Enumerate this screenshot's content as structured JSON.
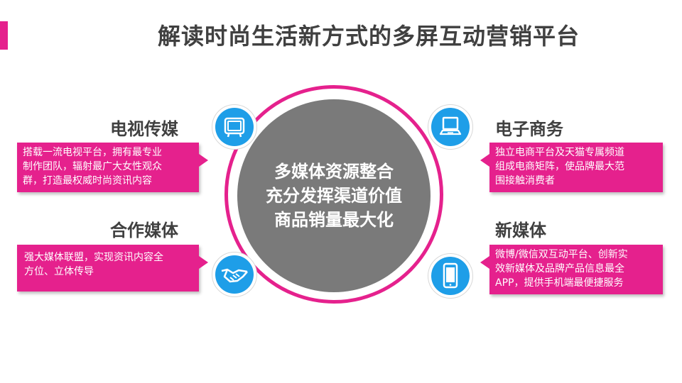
{
  "title": "解读时尚生活新方式的多屏互动营销平台",
  "center": {
    "lines": [
      "多媒体资源整合",
      "充分发挥渠道价值",
      "商品销量最大化"
    ]
  },
  "sections": {
    "tv": {
      "title": "电视传媒",
      "icon": "tv-icon",
      "lines": [
        "搭载一流电视平台，拥有最专业",
        "制作团队，辐射最广大女性观众",
        "群，打造最权威时尚资讯内容"
      ]
    },
    "partner": {
      "title": "合作媒体",
      "icon": "handshake-icon",
      "lines": [
        "强大媒体联盟，实现资讯内容全",
        "方位、立体传导"
      ]
    },
    "ecommerce": {
      "title": "电子商务",
      "icon": "computer-icon",
      "lines": [
        "独立电商平台及天猫专属频道",
        "组成电商矩阵，使品牌最大范",
        "围接触消费者"
      ]
    },
    "newmedia": {
      "title": "新媒体",
      "icon": "smartphone-icon",
      "lines": [
        "微博/微信双互动平台、创新实",
        "效新媒体及品牌产品信息最全",
        "APP，提供手机端最便捷服务"
      ]
    }
  },
  "colors": {
    "accent": "#e5218d",
    "icon_blue": "#1e9ee8",
    "core_gray": "#7a7a7a",
    "title_text": "#404040"
  }
}
